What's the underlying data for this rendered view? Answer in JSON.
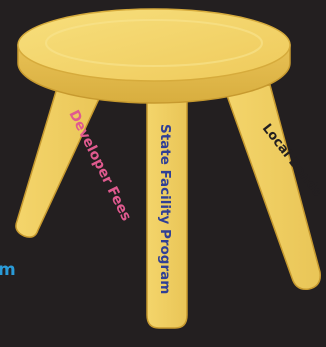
{
  "colors": {
    "background": "#231f20",
    "wood": "#f4d56b",
    "wood_shade": "#dfb74a",
    "wood_light": "#f8e27e",
    "outline": "#c79a2f",
    "cut_off_text": "#2a9bd8"
  },
  "legs": [
    {
      "label": "Developer Fees",
      "color": "#e05a8f"
    },
    {
      "label": "State Facility Program",
      "color": "#2f3f96"
    },
    {
      "label": "Local Bonds",
      "color": "#231f20"
    }
  ],
  "cut_off_text": "m"
}
